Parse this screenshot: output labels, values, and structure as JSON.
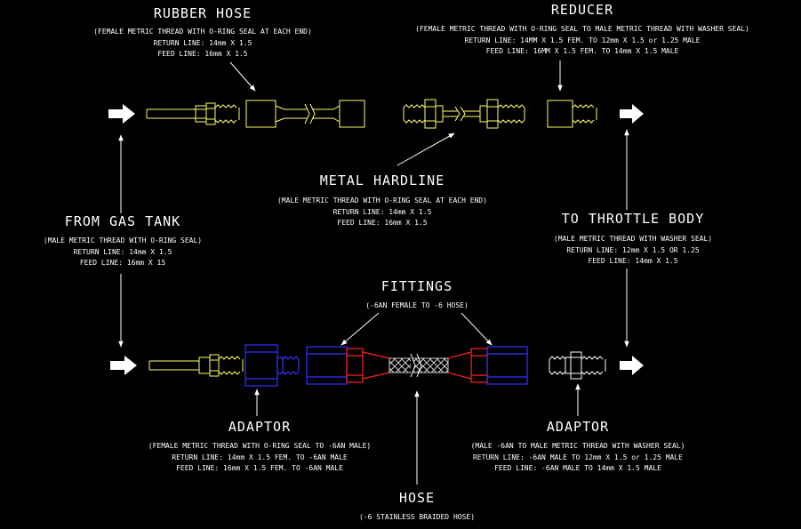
{
  "colors": {
    "background": "#000000",
    "text": "#ffffff",
    "line": "#ffffff",
    "fitting_yellow": "#ffff66",
    "fitting_blue": "#3333ff",
    "fitting_red": "#ff2222",
    "braid": "#cccccc"
  },
  "labels": {
    "rubber_hose": {
      "title": "RUBBER HOSE",
      "note": "(FEMALE METRIC THREAD WITH O-RING SEAL AT EACH END)",
      "return_line": "RETURN LINE:  14mm X 1.5",
      "feed_line": "FEED LINE:  16mm X 1.5"
    },
    "reducer": {
      "title": "REDUCER",
      "note": "(FEMALE METRIC THREAD WITH O-RING SEAL TO MALE METRIC THREAD WITH WASHER SEAL)",
      "return_line": "RETURN LINE:  14MM X 1.5 FEM. TO 12mm X 1.5 or 1.25 MALE",
      "feed_line": "FEED LINE:  16MM X 1.5 FEM. TO 14mm X 1.5 MALE"
    },
    "metal_hardline": {
      "title": "METAL HARDLINE",
      "note": "(MALE METRIC THREAD WITH O-RING SEAL AT EACH END)",
      "return_line": "RETURN LINE:  14mm X 1.5",
      "feed_line": "FEED LINE:  16mm X 1.5"
    },
    "from_gas_tank": {
      "title": "FROM GAS TANK",
      "note": "(MALE METRIC THREAD WITH O-RING SEAL)",
      "return_line": "RETURN LINE:  14mm X 1.5",
      "feed_line": "FEED LINE:  16mm X 15"
    },
    "to_throttle_body": {
      "title": "TO THROTTLE BODY",
      "note": "(MALE METRIC THREAD WITH WASHER SEAL)",
      "return_line": "RETURN LINE:  12mm X 1.5 OR 1.25",
      "feed_line": "FEED LINE:  14mm X 1.5"
    },
    "fittings": {
      "title": "FITTINGS",
      "note": "(-6AN FEMALE TO -6 HOSE)"
    },
    "adaptor_left": {
      "title": "ADAPTOR",
      "note": "(FEMALE METRIC THREAD WITH O-RING SEAL TO -6AN MALE)",
      "return_line": "RETURN LINE:  14mm X 1.5 FEM. TO -6AN MALE",
      "feed_line": "FEED LINE:  16mm X 1.5 FEM. TO -6AN MALE"
    },
    "adaptor_right": {
      "title": "ADAPTOR",
      "note": "(MALE -6AN TO MALE METRIC THREAD WITH WASHER SEAL)",
      "return_line": "RETURN LINE:  -6AN MALE TO 12mm X 1.5 or 1.25 MALE",
      "feed_line": "FEED LINE:  -6AN MALE TO 14mm X 1.5 MALE"
    },
    "hose": {
      "title": "HOSE",
      "note": "(-6 STAINLESS BRAIDED HOSE)"
    }
  }
}
